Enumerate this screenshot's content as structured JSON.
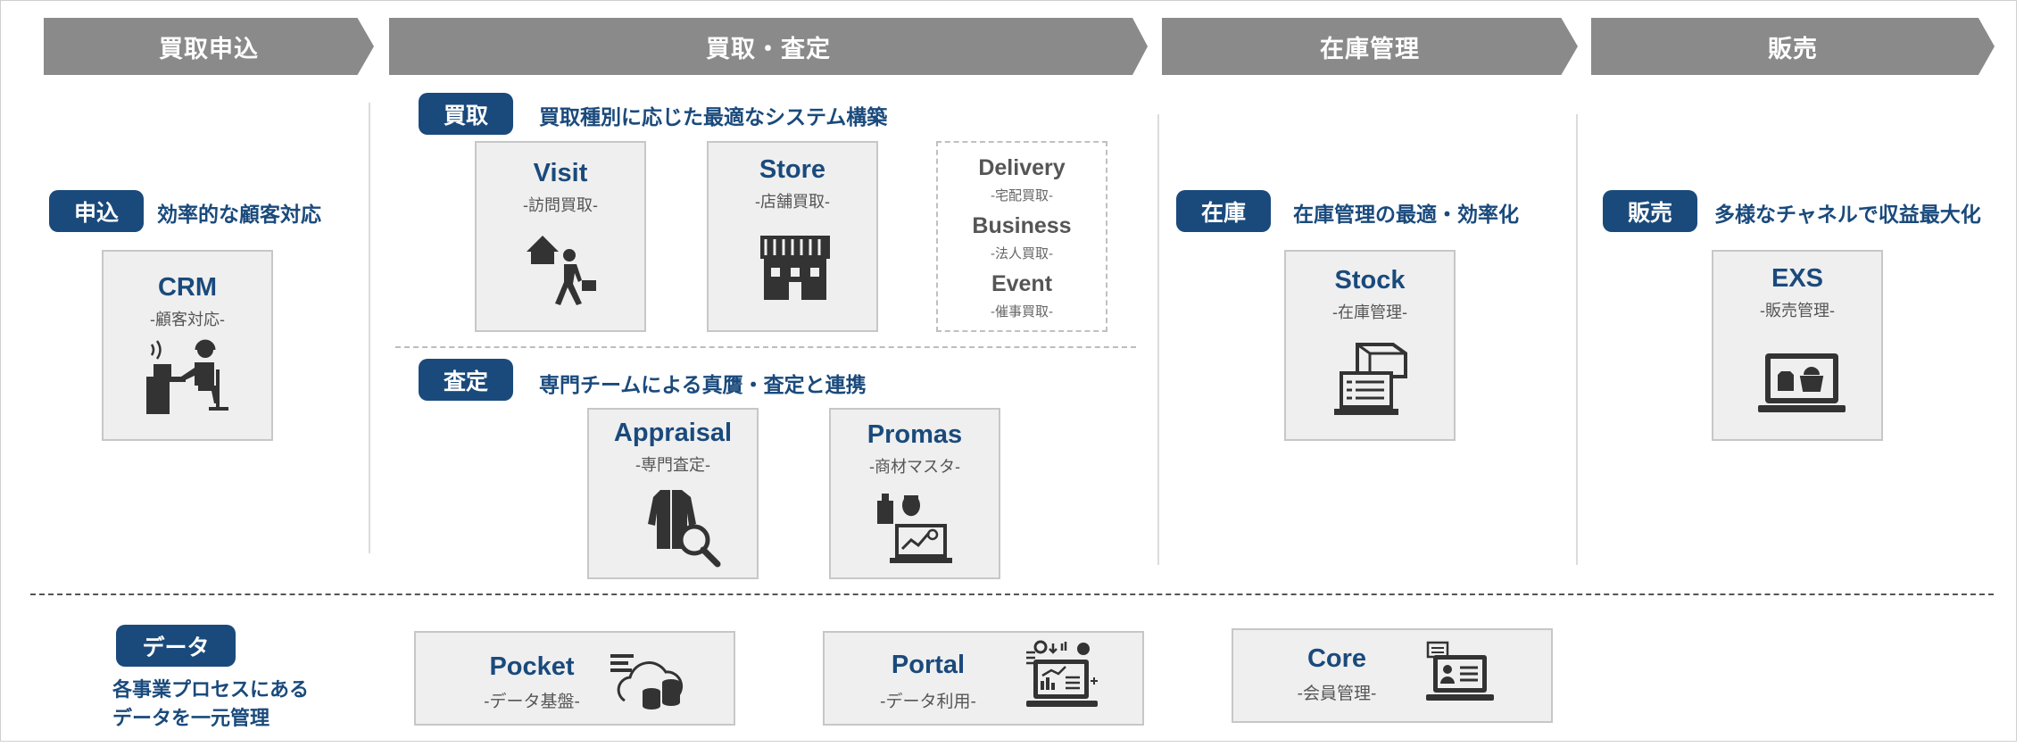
{
  "stages": {
    "apply": "買取申込",
    "purchase_assess": "買取・査定",
    "inventory": "在庫管理",
    "sales": "販売"
  },
  "apply": {
    "tag": "申込",
    "desc": "効率的な顧客対応",
    "crm": {
      "title": "CRM",
      "sub": "-顧客対応-"
    }
  },
  "purchase": {
    "tag": "買取",
    "desc": "買取種別に応じた最適なシステム構築",
    "visit": {
      "title": "Visit",
      "sub": "-訪問買取-"
    },
    "store": {
      "title": "Store",
      "sub": "-店舗買取-"
    },
    "others": [
      {
        "title": "Delivery",
        "sub": "-宅配買取-"
      },
      {
        "title": "Business",
        "sub": "-法人買取-"
      },
      {
        "title": "Event",
        "sub": "-催事買取-"
      }
    ]
  },
  "assess": {
    "tag": "査定",
    "desc": "専門チームによる真贋・査定と連携",
    "appraisal": {
      "title": "Appraisal",
      "sub": "-専門査定-"
    },
    "promas": {
      "title": "Promas",
      "sub": "-商材マスタ-"
    }
  },
  "inventory": {
    "tag": "在庫",
    "desc": "在庫管理の最適・効率化",
    "stock": {
      "title": "Stock",
      "sub": "-在庫管理-"
    }
  },
  "sales": {
    "tag": "販売",
    "desc": "多様なチャネルで収益最大化",
    "exs": {
      "title": "EXS",
      "sub": "-販売管理-"
    }
  },
  "data": {
    "tag": "データ",
    "desc_line1": "各事業プロセスにある",
    "desc_line2": "データを一元管理",
    "pocket": {
      "title": "Pocket",
      "sub": "-データ基盤-"
    },
    "portal": {
      "title": "Portal",
      "sub": "-データ利用-"
    },
    "core": {
      "title": "Core",
      "sub": "-会員管理-"
    }
  },
  "colors": {
    "accent": "#1a4a7c",
    "header": "#8a8a8a",
    "card_bg": "#efefef"
  }
}
